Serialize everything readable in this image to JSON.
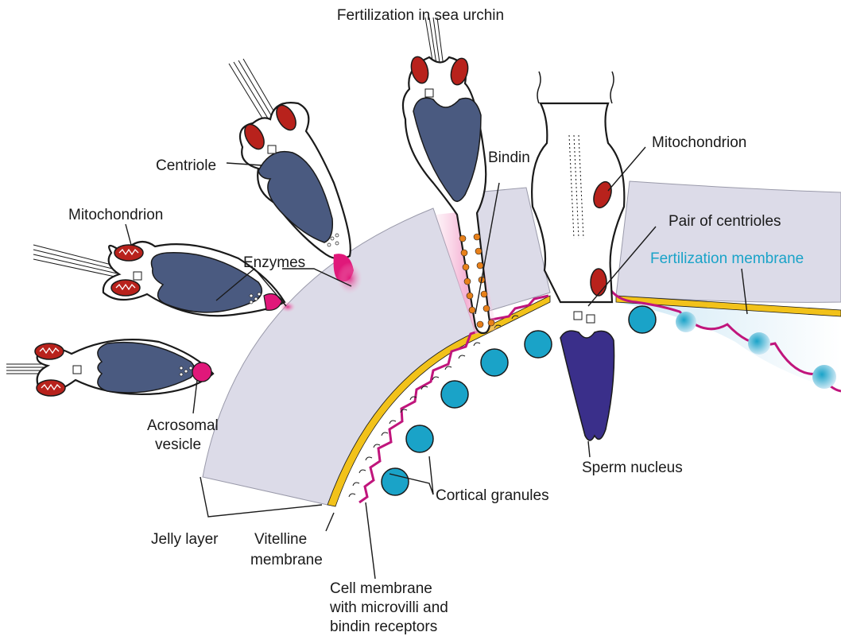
{
  "title": "Fertilization in sea urchin",
  "labels": {
    "centriole": "Centriole",
    "mitochondrion_left": "Mitochondrion",
    "enzymes": "Enzymes",
    "acrosomal_line1": "Acrosomal",
    "acrosomal_line2": "vesicle",
    "bindin": "Bindin",
    "mitochondrion_right": "Mitochondrion",
    "pair_of_centrioles": "Pair of centrioles",
    "fertilization_membrane": "Fertilization membrane",
    "sperm_nucleus": "Sperm nucleus",
    "cortical_granules": "Cortical granules",
    "jelly_layer": "Jelly layer",
    "vitelline_line1": "Vitelline",
    "vitelline_line2": "membrane",
    "cell_membrane_line1": "Cell membrane",
    "cell_membrane_line2": "with microvilli and",
    "cell_membrane_line3": "bindin receptors"
  },
  "colors": {
    "nucleus": "#4a5a80",
    "nucleus_fused": "#3a2f8a",
    "mitochondrion": "#b8221c",
    "acrosome": "#e0187a",
    "jelly": "#dcdbe8",
    "vitelline": "#f2c21a",
    "cell_membrane": "#c0157c",
    "cortical_granule": "#1aa3c8",
    "bindin_dots": "#e8801a",
    "fertilization_label": "#1aa3c8"
  }
}
